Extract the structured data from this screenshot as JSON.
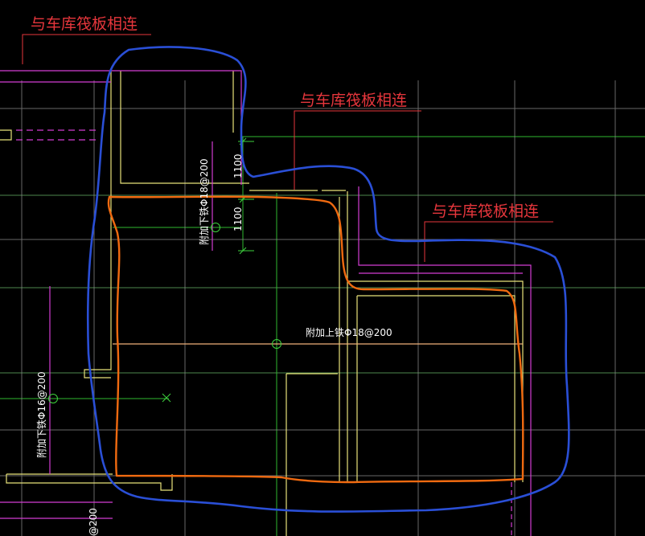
{
  "annotations": {
    "garage_connect_1": "与车库筏板相连",
    "garage_connect_2": "与车库筏板相连",
    "garage_connect_3": "与车库筏板相连",
    "rebar_top": "附加上铁Φ18@200",
    "rebar_bottom_1": "附加下铁Φ18@200",
    "rebar_bottom_2": "附加下铁Φ16@200",
    "rebar_bottom_3": "@200",
    "dim_1100_upper": "1100",
    "dim_1100_lower": "1100"
  },
  "colors": {
    "background": "#000000",
    "red_text": "#e6363c",
    "blue_markup": "#2a4fd6",
    "orange_markup": "#f06a10",
    "magenta": "#d33cd3",
    "yellow": "#e8e27a",
    "green": "#3ed23e",
    "white": "#ffffff"
  }
}
